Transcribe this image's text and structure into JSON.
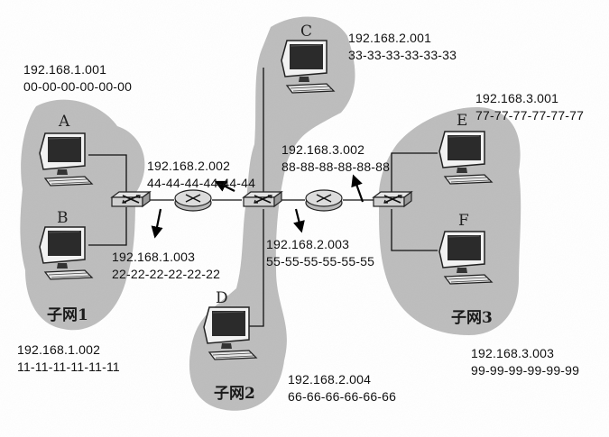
{
  "subnets": [
    {
      "id": "1",
      "name": "子网1",
      "color": "#bdbdbd"
    },
    {
      "id": "2",
      "name": "子网2",
      "color": "#bdbdbd"
    },
    {
      "id": "3",
      "name": "子网3",
      "color": "#bdbdbd"
    }
  ],
  "hosts": [
    {
      "id": "A",
      "label": "A"
    },
    {
      "id": "B",
      "label": "B"
    },
    {
      "id": "C",
      "label": "C"
    },
    {
      "id": "D",
      "label": "D"
    },
    {
      "id": "E",
      "label": "E"
    },
    {
      "id": "F",
      "label": "F"
    }
  ],
  "addresses": {
    "host_a": {
      "ip": "192.168.1.001",
      "mac": "00-00-00-00-00-00"
    },
    "host_b": {
      "ip": "192.168.1.002",
      "mac": "11-11-11-11-11-11"
    },
    "router1_subnet1": {
      "ip": "192.168.1.003",
      "mac": "22-22-22-22-22-22"
    },
    "host_c": {
      "ip": "192.168.2.001",
      "mac": "33-33-33-33-33-33"
    },
    "router1_subnet2": {
      "ip": "192.168.2.002",
      "mac": "44-44-44-44-44-44"
    },
    "router2_subnet2": {
      "ip": "192.168.2.003",
      "mac": "55-55-55-55-55-55"
    },
    "host_d": {
      "ip": "192.168.2.004",
      "mac": "66-66-66-66-66-66"
    },
    "host_e": {
      "ip": "192.168.3.001",
      "mac": "77-77-77-77-77-77"
    },
    "router2_subnet3": {
      "ip": "192.168.3.002",
      "mac": "88-88-88-88-88-88"
    },
    "host_f": {
      "ip": "192.168.3.003",
      "mac": "99-99-99-99-99-99"
    }
  },
  "colors": {
    "cloud": "#bdbdbd",
    "device_dark": "#2a2a2a",
    "device_light": "#e8e8e8",
    "router": "#cfcfcf",
    "text": "#111111"
  },
  "icons": {
    "host": "desktop-computer-icon",
    "switch": "switch-icon",
    "router": "router-icon",
    "pointer": "arrow-icon"
  }
}
